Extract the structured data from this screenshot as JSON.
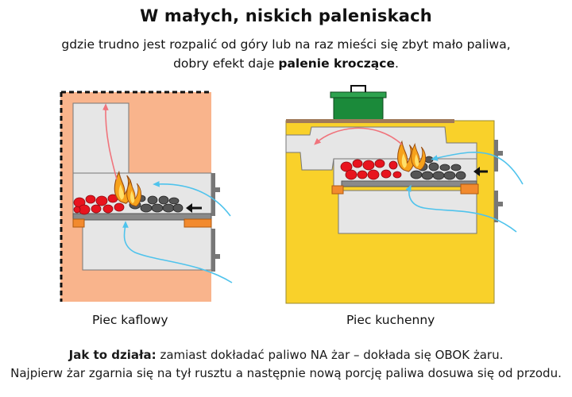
{
  "title": "W małych, niskich paleniskach",
  "intro": {
    "line1": "gdzie trudno jest rozpalić od góry lub na raz mieści się zbyt mało paliwa,",
    "line2_prefix": "dobry efekt daje ",
    "line2_bold": "palenie kroczące",
    "line2_suffix": "."
  },
  "captions": {
    "left": "Piec kaflowy",
    "right": "Piec kuchenny"
  },
  "footer": {
    "bold": "Jak to działa:",
    "line1_rest": " zamiast dokładać paliwo NA żar – dokłada się OBOK żaru.",
    "line2": "Najpierw żar zgarnia się na tył rusztu a następnie nową porcję paliwa dosuwa się od przodu."
  },
  "colors": {
    "kafel_body": "#f9b48c",
    "kitchen_body": "#f9d12a",
    "chamber": "#e6e6e6",
    "ember": "#e8141e",
    "coal": "#555555",
    "flame": "#f7a21b",
    "hot_flow": "#f0747c",
    "cold_flow": "#4fc3ec",
    "pot": "#1b8a3a"
  }
}
